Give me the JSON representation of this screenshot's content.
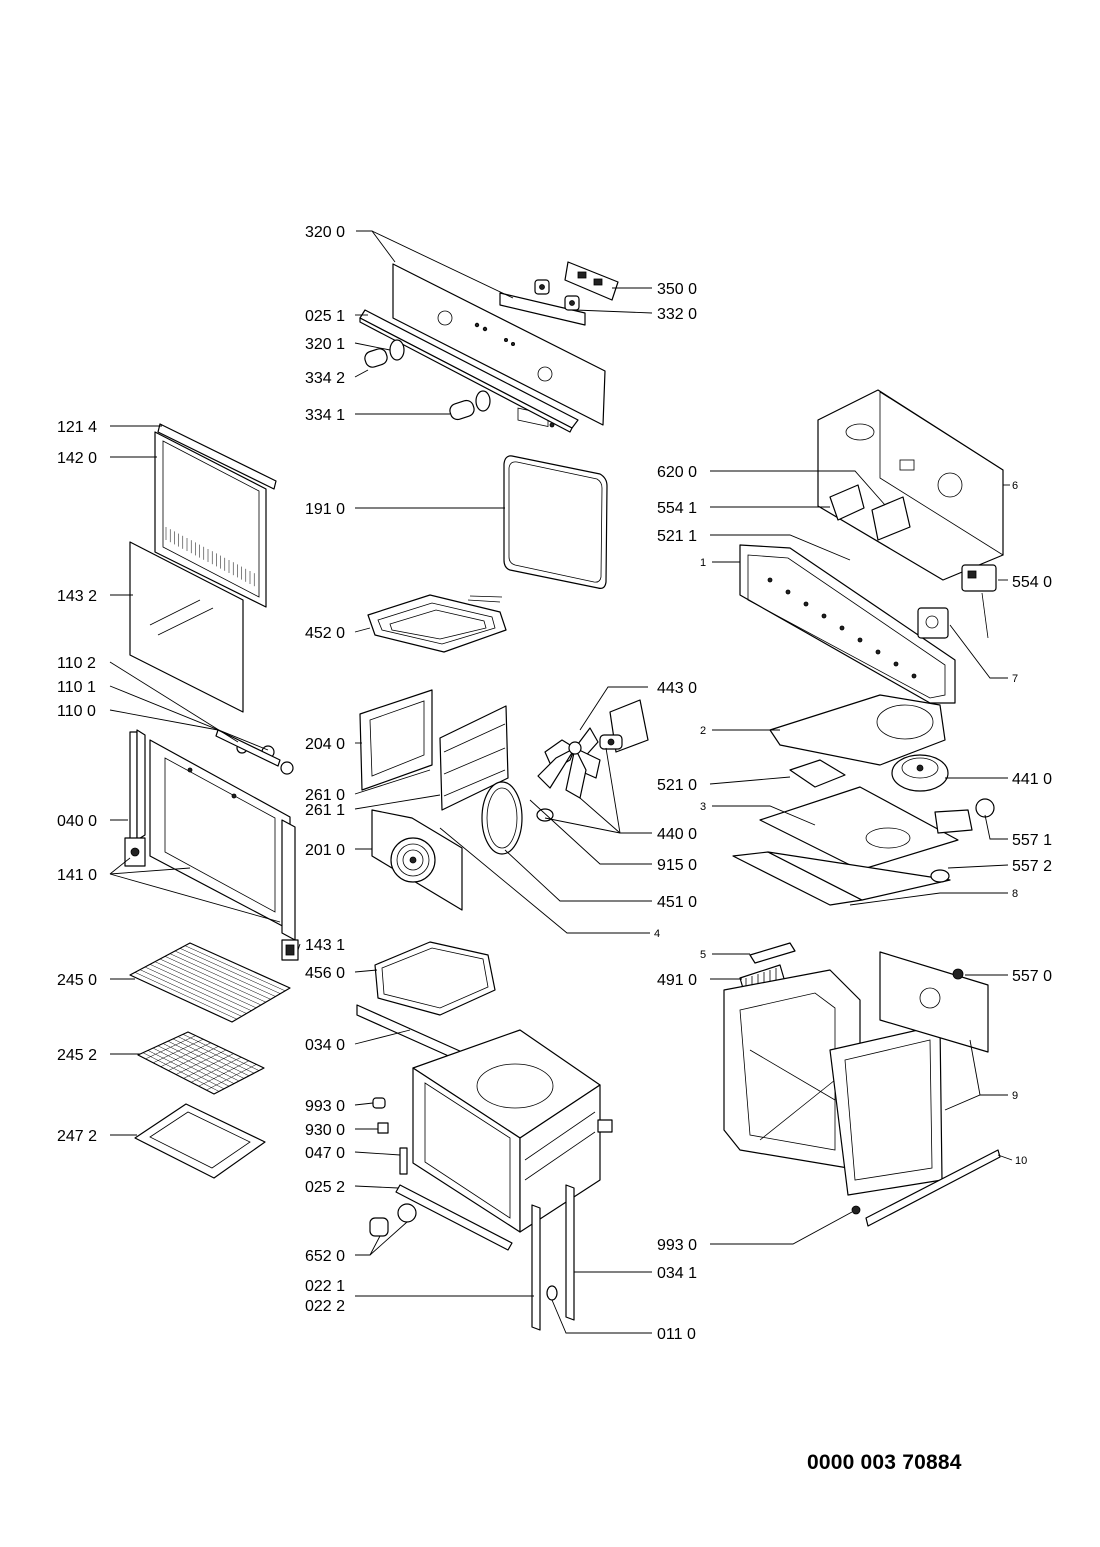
{
  "document_number": "0000 003 70884",
  "callouts": {
    "c3200": "320 0",
    "c0251": "025 1",
    "c3201": "320 1",
    "c3342": "334 2",
    "c3341": "334 1",
    "c3500": "350 0",
    "c3320": "332 0",
    "c1214": "121 4",
    "c1420": "142 0",
    "c1910": "191 0",
    "c1432": "143 2",
    "c4520": "452 0",
    "c1102": "110 2",
    "c1101": "110 1",
    "c1100": "110 0",
    "c0400": "040 0",
    "c1410": "141 0",
    "c2040": "204 0",
    "c2610": "261 0",
    "c2611": "261 1",
    "c2010": "201 0",
    "c4430": "443 0",
    "c4400": "440 0",
    "c9150": "915 0",
    "c4510": "451 0",
    "n4": "4",
    "c1431": "143 1",
    "c4560": "456 0",
    "c2450": "245 0",
    "c2452": "245 2",
    "c0340": "034 0",
    "c2472": "247 2",
    "c9930a": "993 0",
    "c9300": "930 0",
    "c0470": "047 0",
    "c0252": "025 2",
    "c6520": "652 0",
    "c0221": "022 1",
    "c0222": "022 2",
    "c0341": "034 1",
    "c0110": "011 0",
    "c6200": "620 0",
    "c5541": "554 1",
    "c5211": "521 1",
    "n1": "1",
    "n6": "6",
    "c5540": "554 0",
    "n7": "7",
    "n2": "2",
    "c5210": "521 0",
    "c4410": "441 0",
    "n3": "3",
    "c5571": "557 1",
    "c5572": "557 2",
    "n8": "8",
    "n5": "5",
    "c4910": "491 0",
    "c5570": "557 0",
    "n9": "9",
    "n10": "10",
    "c9930b": "993 0"
  }
}
